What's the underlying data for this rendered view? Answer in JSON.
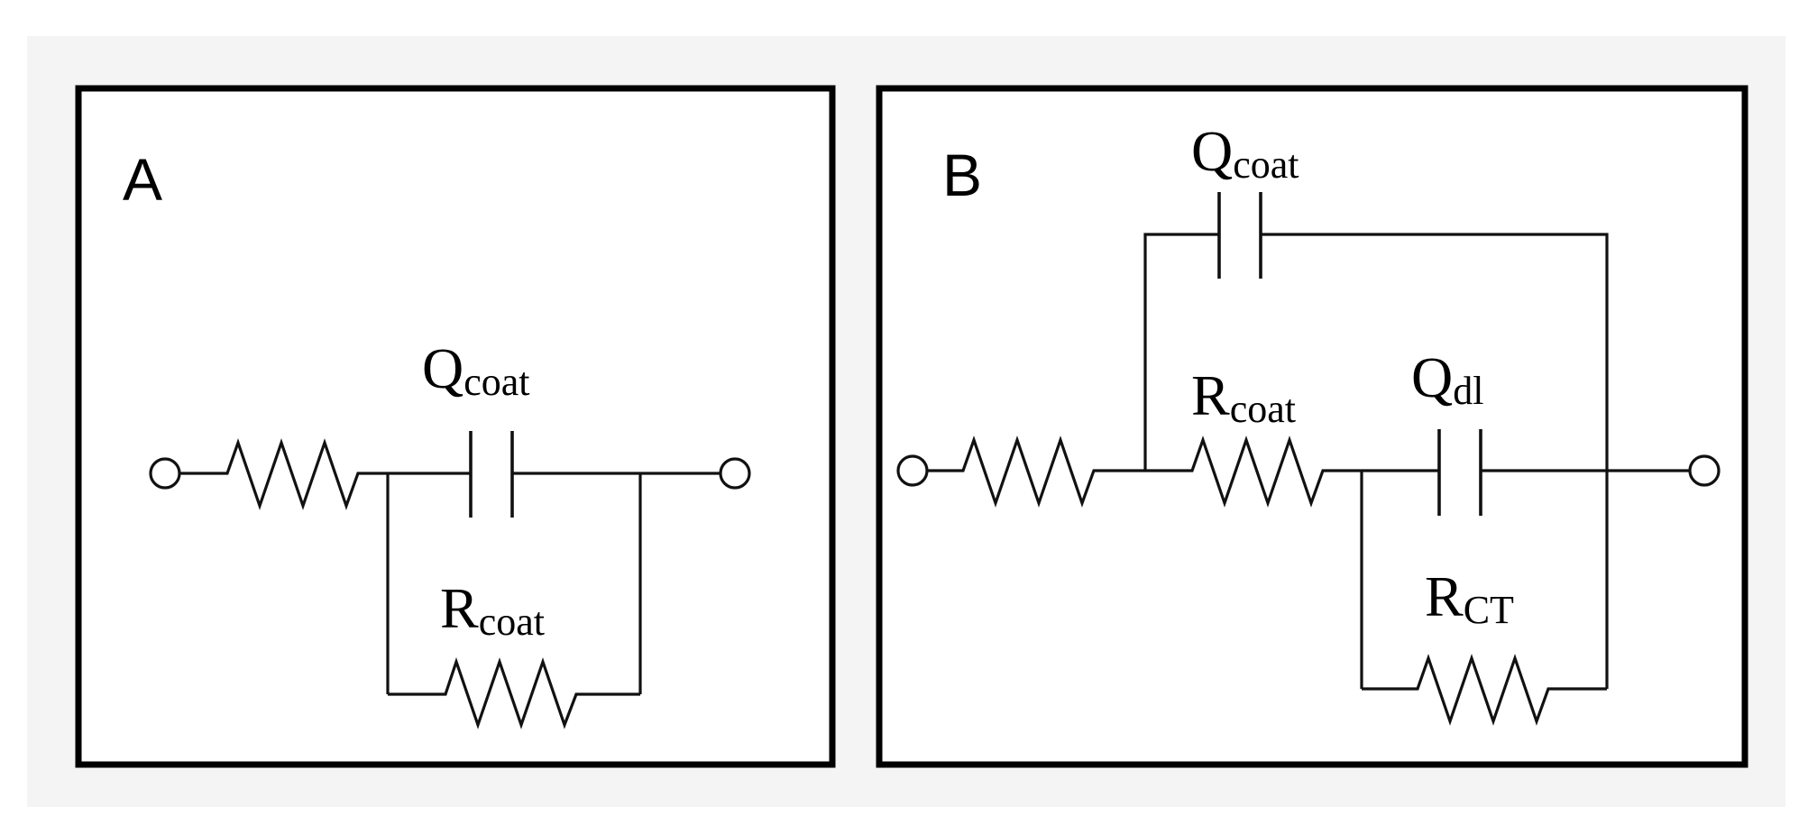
{
  "panel_a": {
    "letter": "A",
    "q_coat": {
      "main": "Q",
      "sub": "coat"
    },
    "r_coat": {
      "main": "R",
      "sub": "coat"
    }
  },
  "panel_b": {
    "letter": "B",
    "q_coat": {
      "main": "Q",
      "sub": "coat"
    },
    "r_coat": {
      "main": "R",
      "sub": "coat"
    },
    "q_dl": {
      "main": "Q",
      "sub": "dl"
    },
    "r_ct": {
      "main": "R",
      "sub": "CT"
    }
  }
}
